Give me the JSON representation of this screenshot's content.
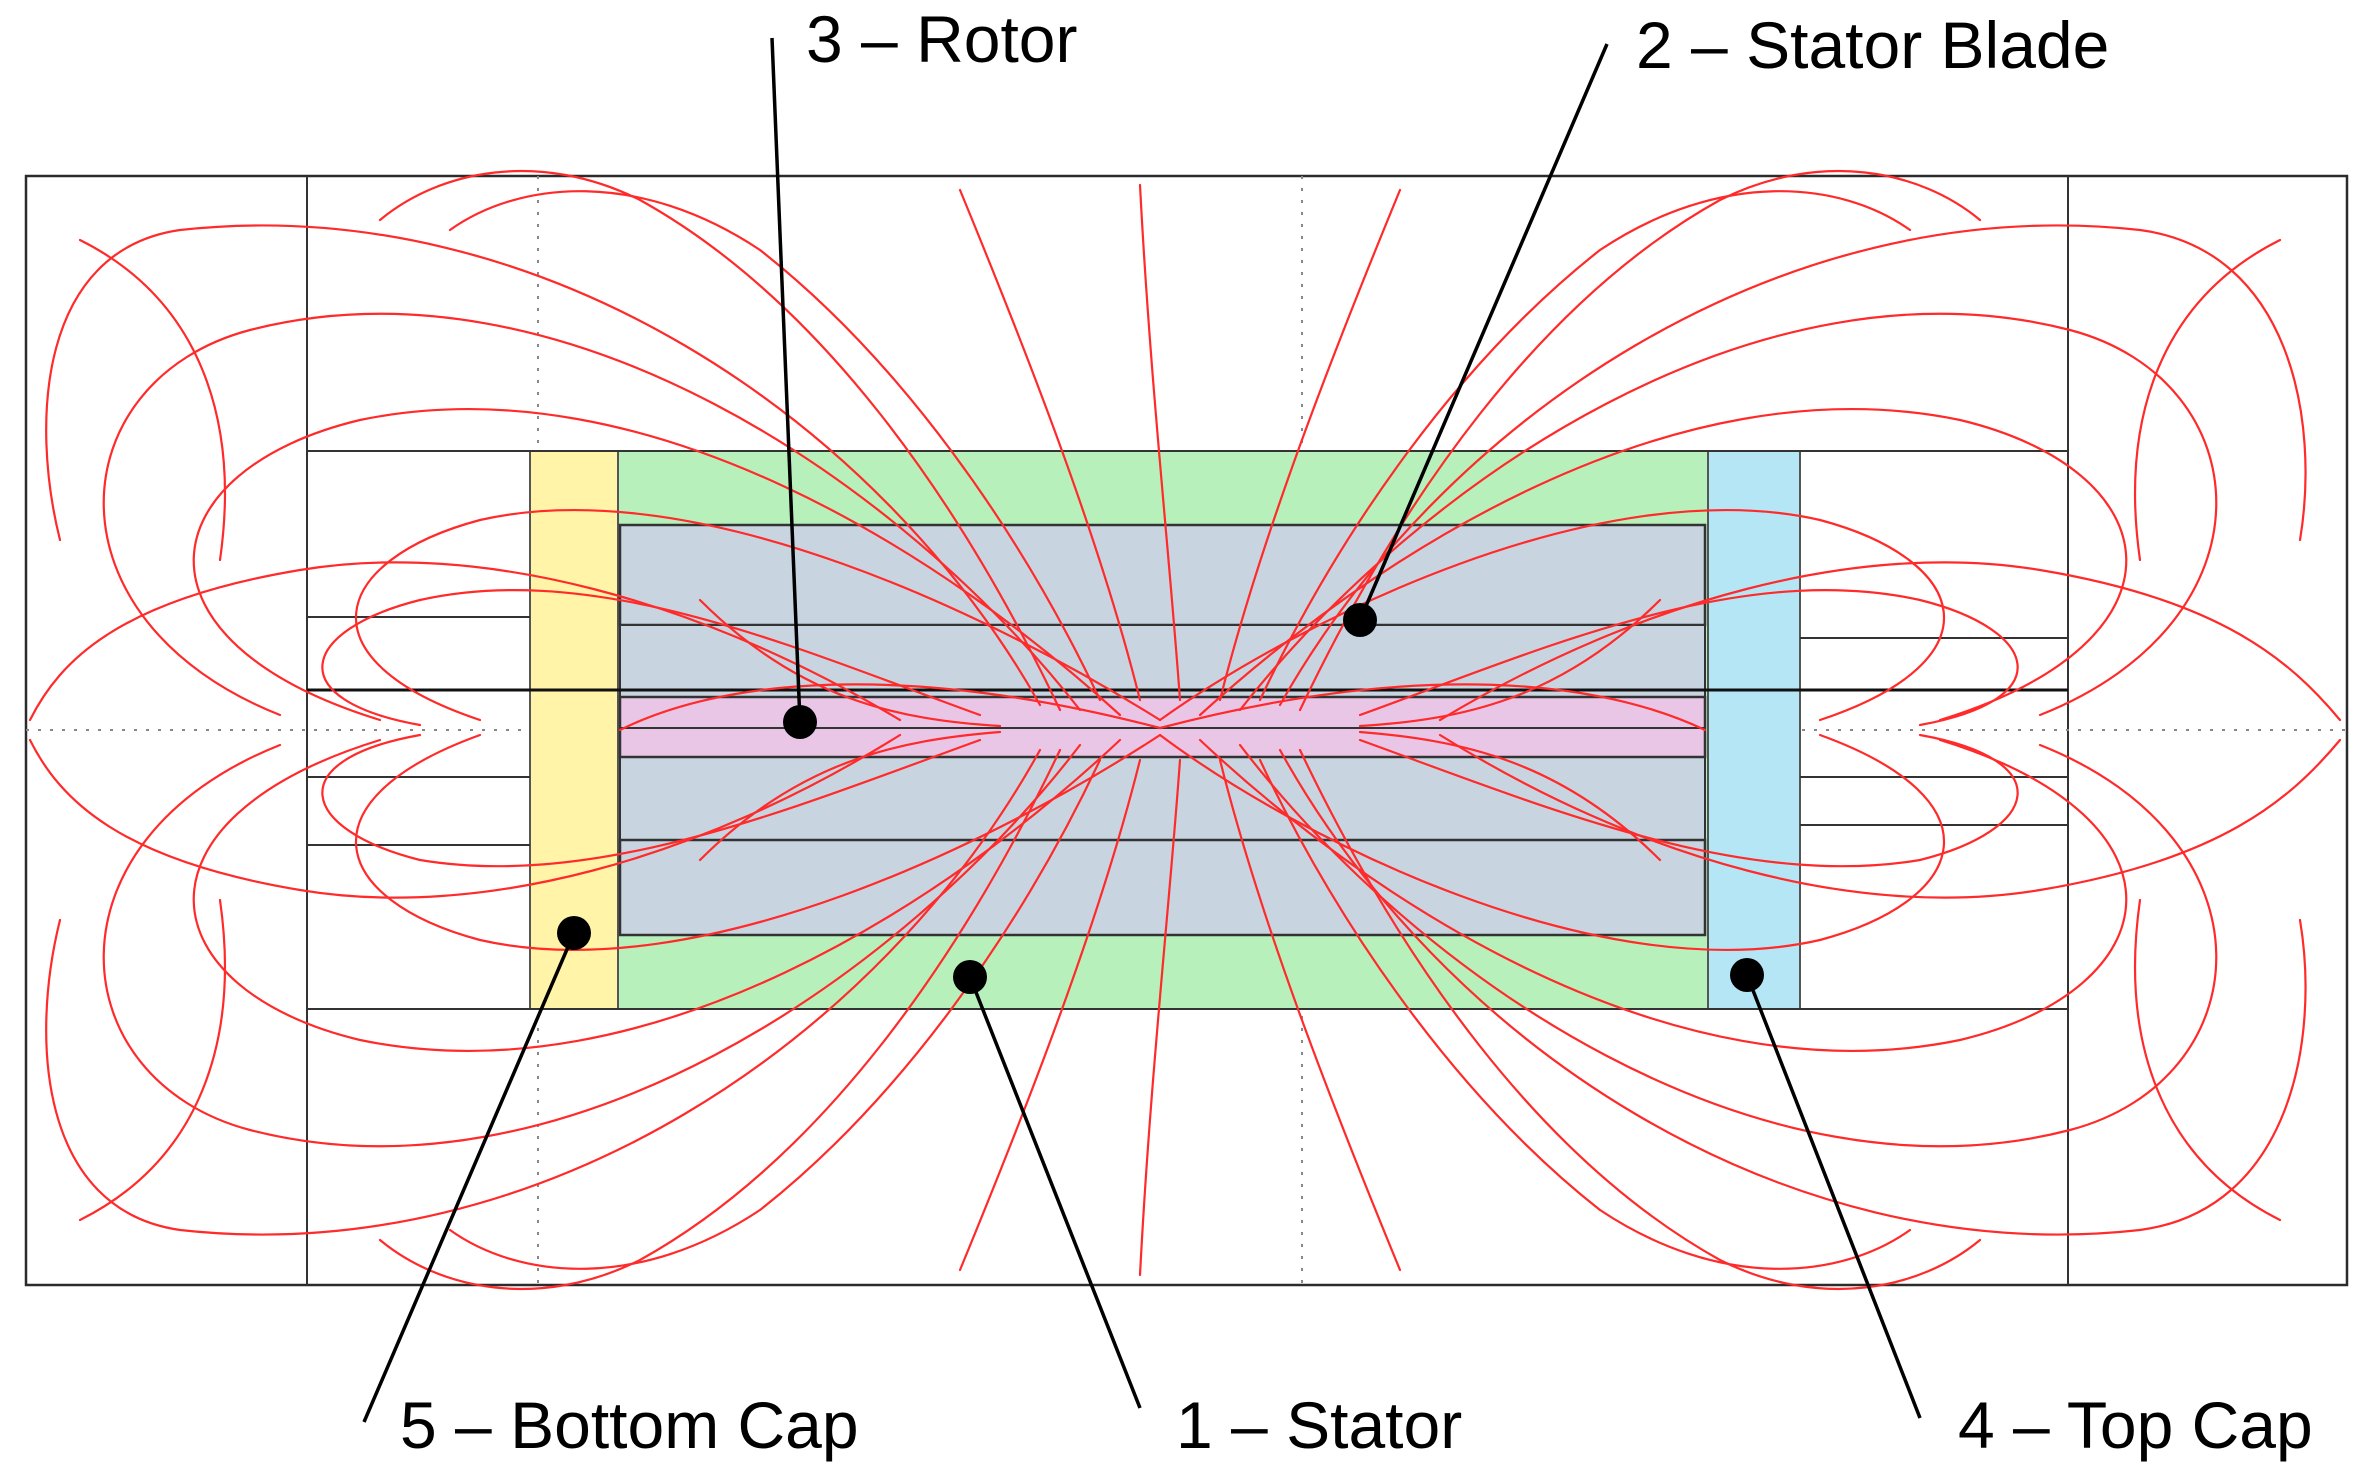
{
  "labels": {
    "rotor": "3 – Rotor",
    "stator_blade": "2 – Stator Blade",
    "bottom_cap": "5 – Bottom Cap",
    "stator": "1 – Stator",
    "top_cap": "4 – Top Cap"
  },
  "colors": {
    "flux_lines": "#ff2a2a",
    "stator": "#b8f0bc",
    "stator_blade": "#c8d4e0",
    "rotor": "#e9c6e6",
    "bottom_cap": "#fff4a8",
    "top_cap": "#b4e6f6"
  }
}
